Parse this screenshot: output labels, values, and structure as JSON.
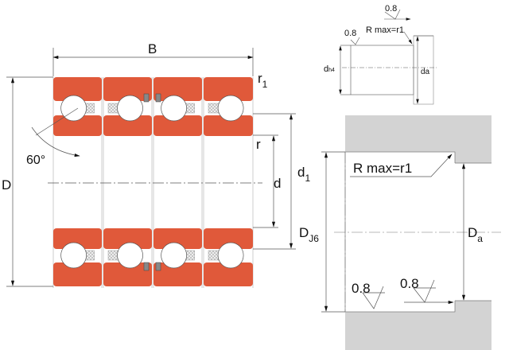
{
  "colors": {
    "ring": "#e0593a",
    "housing": "#d3d3d3",
    "line": "#333333"
  },
  "labels": {
    "B": "B",
    "r1": "r",
    "r1_sub": "1",
    "r": "r",
    "angle": "60°",
    "D": "D",
    "d": "d",
    "d1": "d",
    "d1_sub": "1",
    "DJ6": "D",
    "DJ6_sub": "J6",
    "Da": "D",
    "Da_sub": "a",
    "rmax_main": "R max=r1",
    "roughness_left": "0.8",
    "roughness_right": "0.8",
    "detail": {
      "roughness_top": "0.8",
      "roughness_left": "0.8",
      "rmax": "R max=r1",
      "dh4": "d",
      "dh4_sub": "h4",
      "da": "da"
    }
  }
}
